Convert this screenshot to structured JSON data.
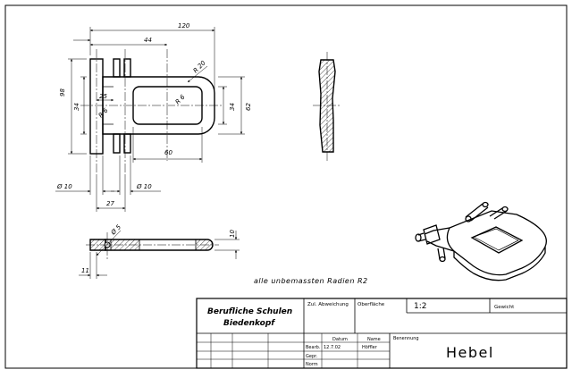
{
  "dimensions": {
    "overall_length": "120",
    "outer_span": "44",
    "outer_radius": "R 20",
    "height_98": "98",
    "height_34_left": "34",
    "dim_25": "25",
    "radius_6_left": "R 6",
    "radius_6_inner": "R 6",
    "height_34_inner": "34",
    "height_62": "62",
    "slot_length": "60",
    "diameter_10_left": "Ø 10",
    "diameter_10_right": "Ø 10",
    "pin_spacing": "27",
    "diameter_5": "Ø 5",
    "thickness": "10",
    "dim_11": "11"
  },
  "note": "alle unbemassten Radien R2",
  "title_block": {
    "school_line1": "Berufliche Schulen",
    "school_line2": "Biedenkopf",
    "tolerance_label": "Zul. Abweichung",
    "surface_label": "Oberfläche",
    "scale": "1:2",
    "weight_label": "Gewicht",
    "date_header": "Datum",
    "name_header": "Name",
    "designation_label": "Benennung",
    "drawn_label": "Bearb.",
    "drawn_date": "12.7.02",
    "drawn_name": "Höffler",
    "checked_label": "Gepr.",
    "norm_label": "Norm",
    "part_name": "Hebel"
  }
}
